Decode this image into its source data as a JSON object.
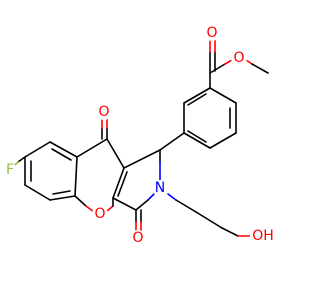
{
  "molecule": {
    "atoms": {
      "ester_carbonyl_o": {
        "symbol": "O",
        "color": "#ff0000"
      },
      "ester_ether_o": {
        "symbol": "O",
        "color": "#ff0000"
      },
      "ketone_o": {
        "symbol": "O",
        "color": "#ff0000"
      },
      "lactam_o": {
        "symbol": "O",
        "color": "#ff0000"
      },
      "ring_o": {
        "symbol": "O",
        "color": "#ff0000"
      },
      "nitrogen": {
        "symbol": "N",
        "color": "#0000ff"
      },
      "fluorine": {
        "symbol": "F",
        "color": "#90c040"
      },
      "hydroxyl": {
        "symbol": "OH",
        "color": "#ff0000"
      }
    }
  }
}
